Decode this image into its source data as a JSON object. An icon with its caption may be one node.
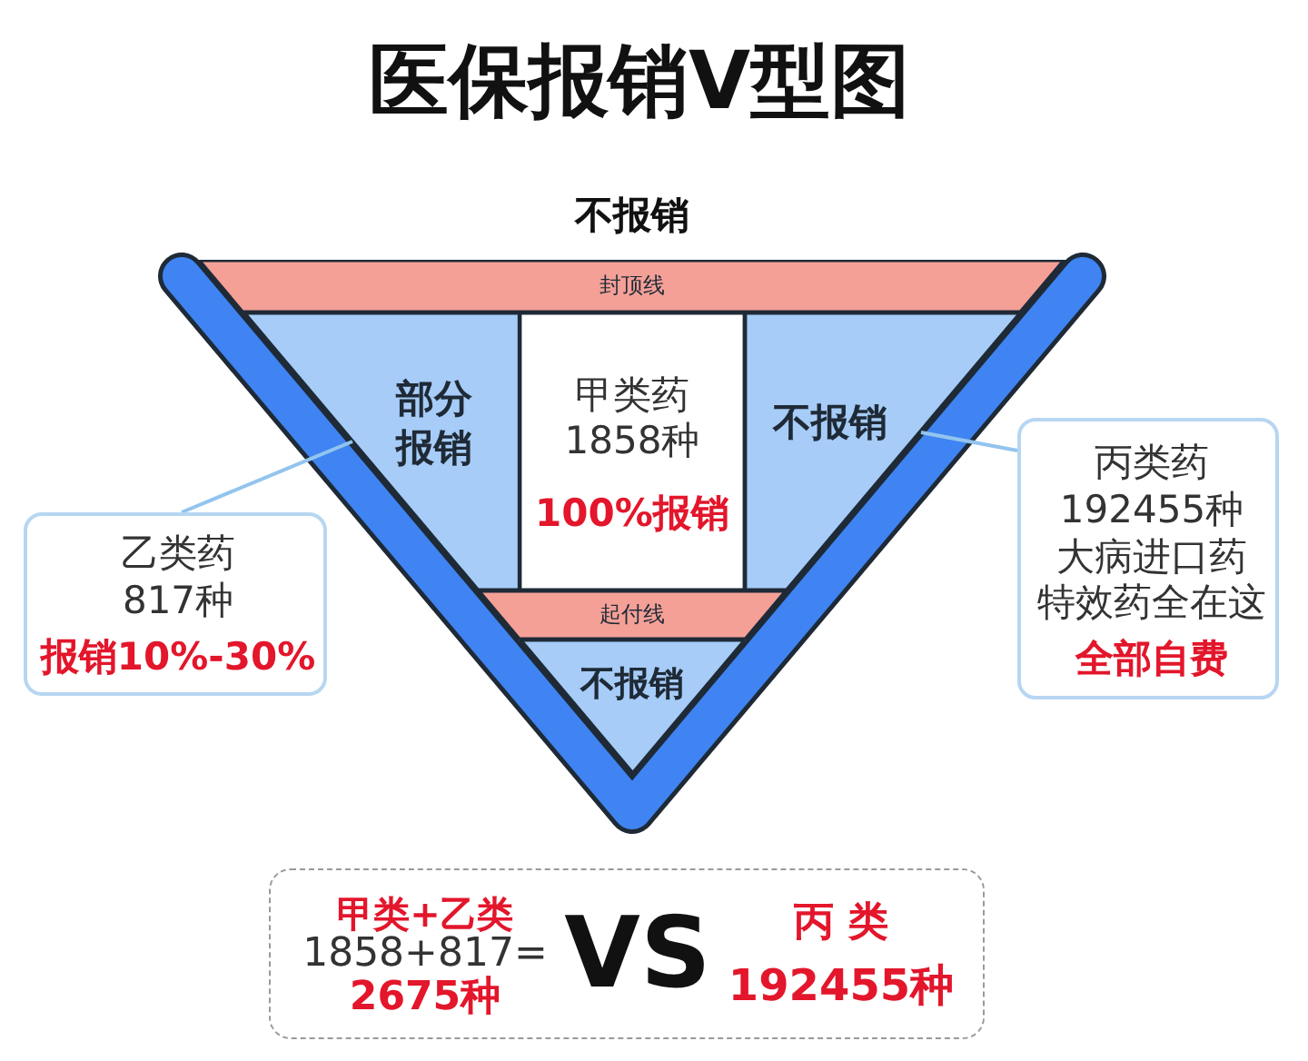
{
  "diagram": {
    "title": "医保报销V型图",
    "nodes": [
      {
        "text": [],
        "shape": "triangle"
      },
      {
        "text": [
          "封顶线"
        ],
        "in": 0
      },
      {
        "text": [
          "部分报销"
        ],
        "in": 0
      },
      {
        "text": [
          "甲类药",
          "1858种",
          "100%报销"
        ],
        "in": 0
      },
      {
        "text": [
          "不报销"
        ],
        "in": 0
      },
      {
        "text": [
          "起付线"
        ],
        "in": 0
      },
      {
        "text": [
          "不报销"
        ],
        "in": 0
      },
      {
        "text": [
          "乙类药",
          "817种",
          "报销10%-30%"
        ]
      },
      {
        "text": [
          "丙类药",
          "192455种",
          "大病进口药",
          "特效药全在这",
          "全部自费"
        ]
      },
      {
        "text": [
          "甲类+乙类",
          "1858+817=",
          "2675种",
          "VS",
          "丙 类",
          "192455种"
        ]
      }
    ],
    "edges": [
      {
        "from": 7,
        "to": 2,
        "arrow": "none"
      },
      {
        "from": 8,
        "to": 4,
        "arrow": "none"
      }
    ],
    "labels": [
      "不报销"
    ]
  }
}
